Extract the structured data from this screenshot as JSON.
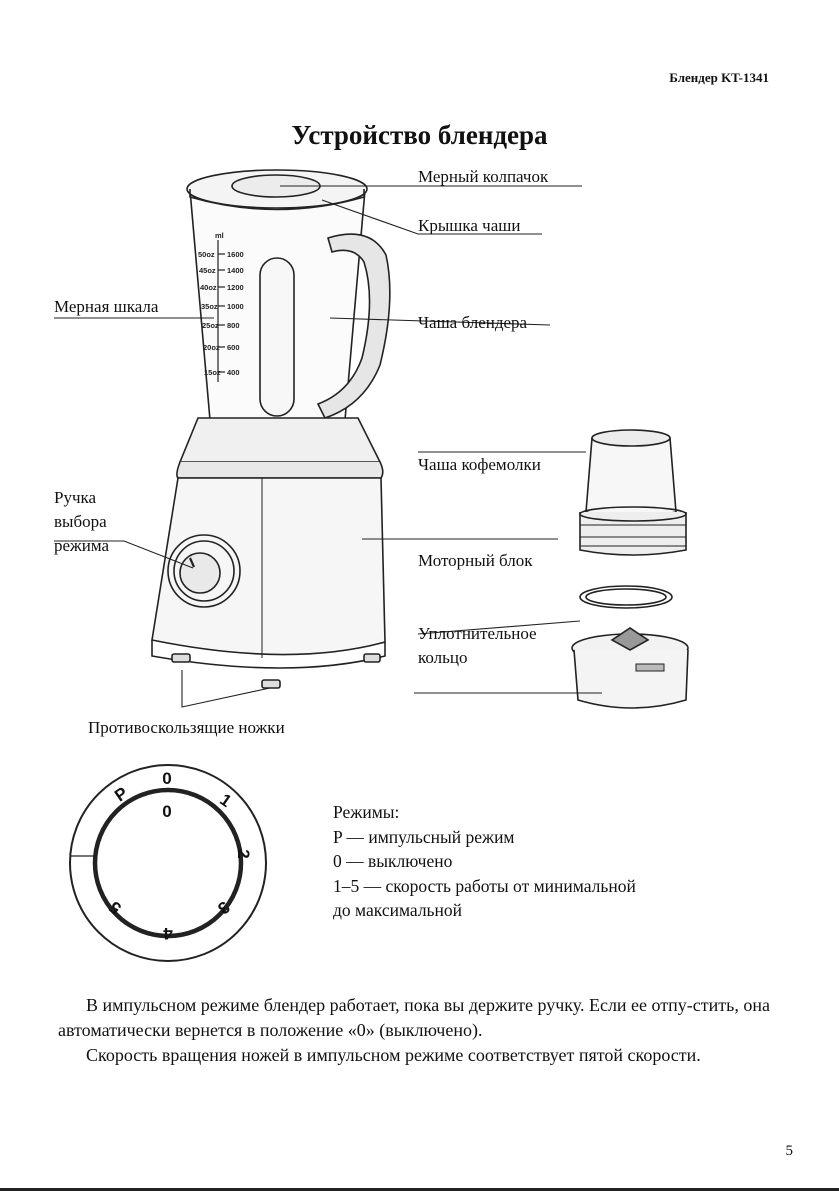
{
  "header": "Блендер KT-1341",
  "title": "Устройство блендера",
  "labels": {
    "measuring_cap": "Мерный колпачок",
    "lid": "Крышка чаши",
    "jar": "Чаша блендера",
    "scale": "Мерная шкала",
    "grinder_cup": "Чаша кофемолки",
    "selector_line1": "Ручка",
    "selector_line2": "выбора",
    "selector_line3": "режима",
    "motor": "Моторный блок",
    "seal_line1": "Уплотнительное",
    "seal_line2": "кольцо",
    "feet": "Противоскользящие ножки"
  },
  "scale_marks": {
    "unit": "ml",
    "ml": [
      "1600",
      "1400",
      "1200",
      "1000",
      "800",
      "600",
      "400"
    ],
    "oz": [
      "50oz",
      "45oz",
      "40oz",
      "35oz",
      "25oz",
      "20oz",
      "15oz"
    ]
  },
  "dial": {
    "labels": [
      "P",
      "0",
      "1",
      "2",
      "3",
      "4",
      "5"
    ],
    "knob": "0"
  },
  "modes": {
    "heading": "Режимы:",
    "p": "P — импульсный режим",
    "zero": "0 — выключено",
    "speeds_line1": "1–5 — скорость работы от минимальной",
    "speeds_line2": "до максимальной"
  },
  "paragraph": {
    "p1": "В импульсном режиме блендер работает, пока вы держите ручку. Если ее отпу-стить, она автоматически вернется в положение «0» (выключено).",
    "p2": "Скорость вращения ножей в импульсном режиме соответствует пятой скорости."
  },
  "page_number": "5"
}
